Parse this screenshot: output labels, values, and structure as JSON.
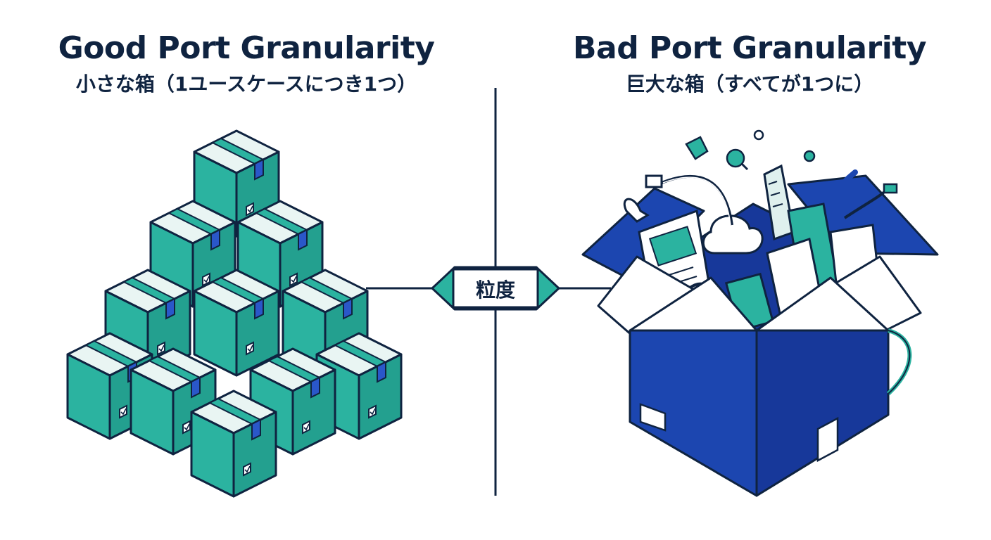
{
  "left": {
    "title": "Good Port Granularity",
    "subtitle": "小さな箱（1ユースケースにつき1つ）"
  },
  "right": {
    "title": "Bad Port Granularity",
    "subtitle": "巨大な箱（すべてが1つに）"
  },
  "center": {
    "label": "粒度"
  },
  "colors": {
    "ink": "#0f2340",
    "teal": "#2bb3a0",
    "blue": "#1c46b0",
    "tape": "#2a57c9"
  }
}
